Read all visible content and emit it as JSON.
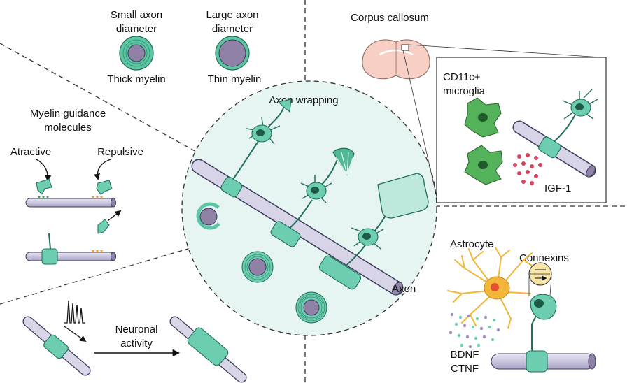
{
  "colors": {
    "oligo_fill": "#6dcdb0",
    "oligo_stroke": "#1f6e57",
    "nucleus": "#1f5a45",
    "axon_fill": "#cfcce2",
    "axon_stroke": "#3b3b5a",
    "axon_cross": "#8f82a6",
    "myelin_sheath": "#4fb894",
    "microglia": "#54b35a",
    "igf_dots": "#d4435c",
    "astrocyte": "#f2b63a",
    "astro_nucleus": "#e0522b",
    "circle_fill": "#e5f4f1",
    "brain": "#f7cfc5"
  },
  "labels": {
    "small_axon": [
      "Small axon",
      "diameter"
    ],
    "large_axon": [
      "Large axon",
      "diameter"
    ],
    "thick_myelin": "Thick myelin",
    "thin_myelin": "Thin myelin",
    "guidance": [
      "Myelin guidance",
      "molecules"
    ],
    "attractive": "Atractive",
    "repulsive": "Repulsive",
    "axon_wrapping": "Axon wrapping",
    "axon": "Axon",
    "neuronal_activity": [
      "Neuronal",
      "activity"
    ],
    "corpus_callosum": "Corpus callosum",
    "microglia": [
      "CD11c+",
      "microglia"
    ],
    "igf": "IGF-1",
    "astrocyte": "Astrocyte",
    "connexins": "Connexins",
    "bdnf": "BDNF",
    "ctnf": "CTNF"
  }
}
